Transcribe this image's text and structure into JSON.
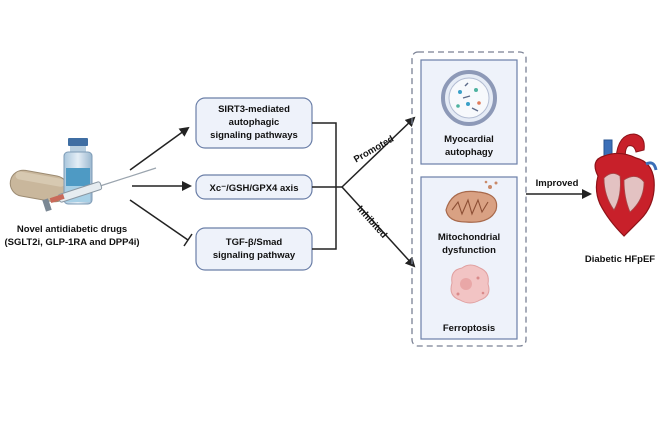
{
  "drugs": {
    "line1": "Novel antidiabetic drugs",
    "line2": "(SGLT2i, GLP-1RA and DPP4i)"
  },
  "pathways": [
    {
      "lines": [
        "SIRT3-mediated",
        "autophagic",
        "signaling pathways"
      ]
    },
    {
      "lines": [
        "Xc⁻/GSH/GPX4 axis"
      ]
    },
    {
      "lines": [
        "TGF-β/Smad",
        "signaling pathway"
      ]
    }
  ],
  "arrows": {
    "promoted": "Promoted",
    "inhibited": "Inhibited",
    "improved": "Improved"
  },
  "effects": {
    "myocardial": [
      "Myocardial",
      "autophagy"
    ],
    "mito": [
      "Mitochondrial",
      "dysfunction"
    ],
    "ferroptosis": "Ferroptosis"
  },
  "outcome": "Diabetic HFpEF",
  "colors": {
    "box_fill": "#eef2fa",
    "box_stroke": "#6b7fa8",
    "dashed": "#7a8194",
    "arrow": "#222222",
    "heart_red": "#c8202a",
    "heart_blue": "#3b6fb8",
    "mito": "#c98a6a"
  }
}
